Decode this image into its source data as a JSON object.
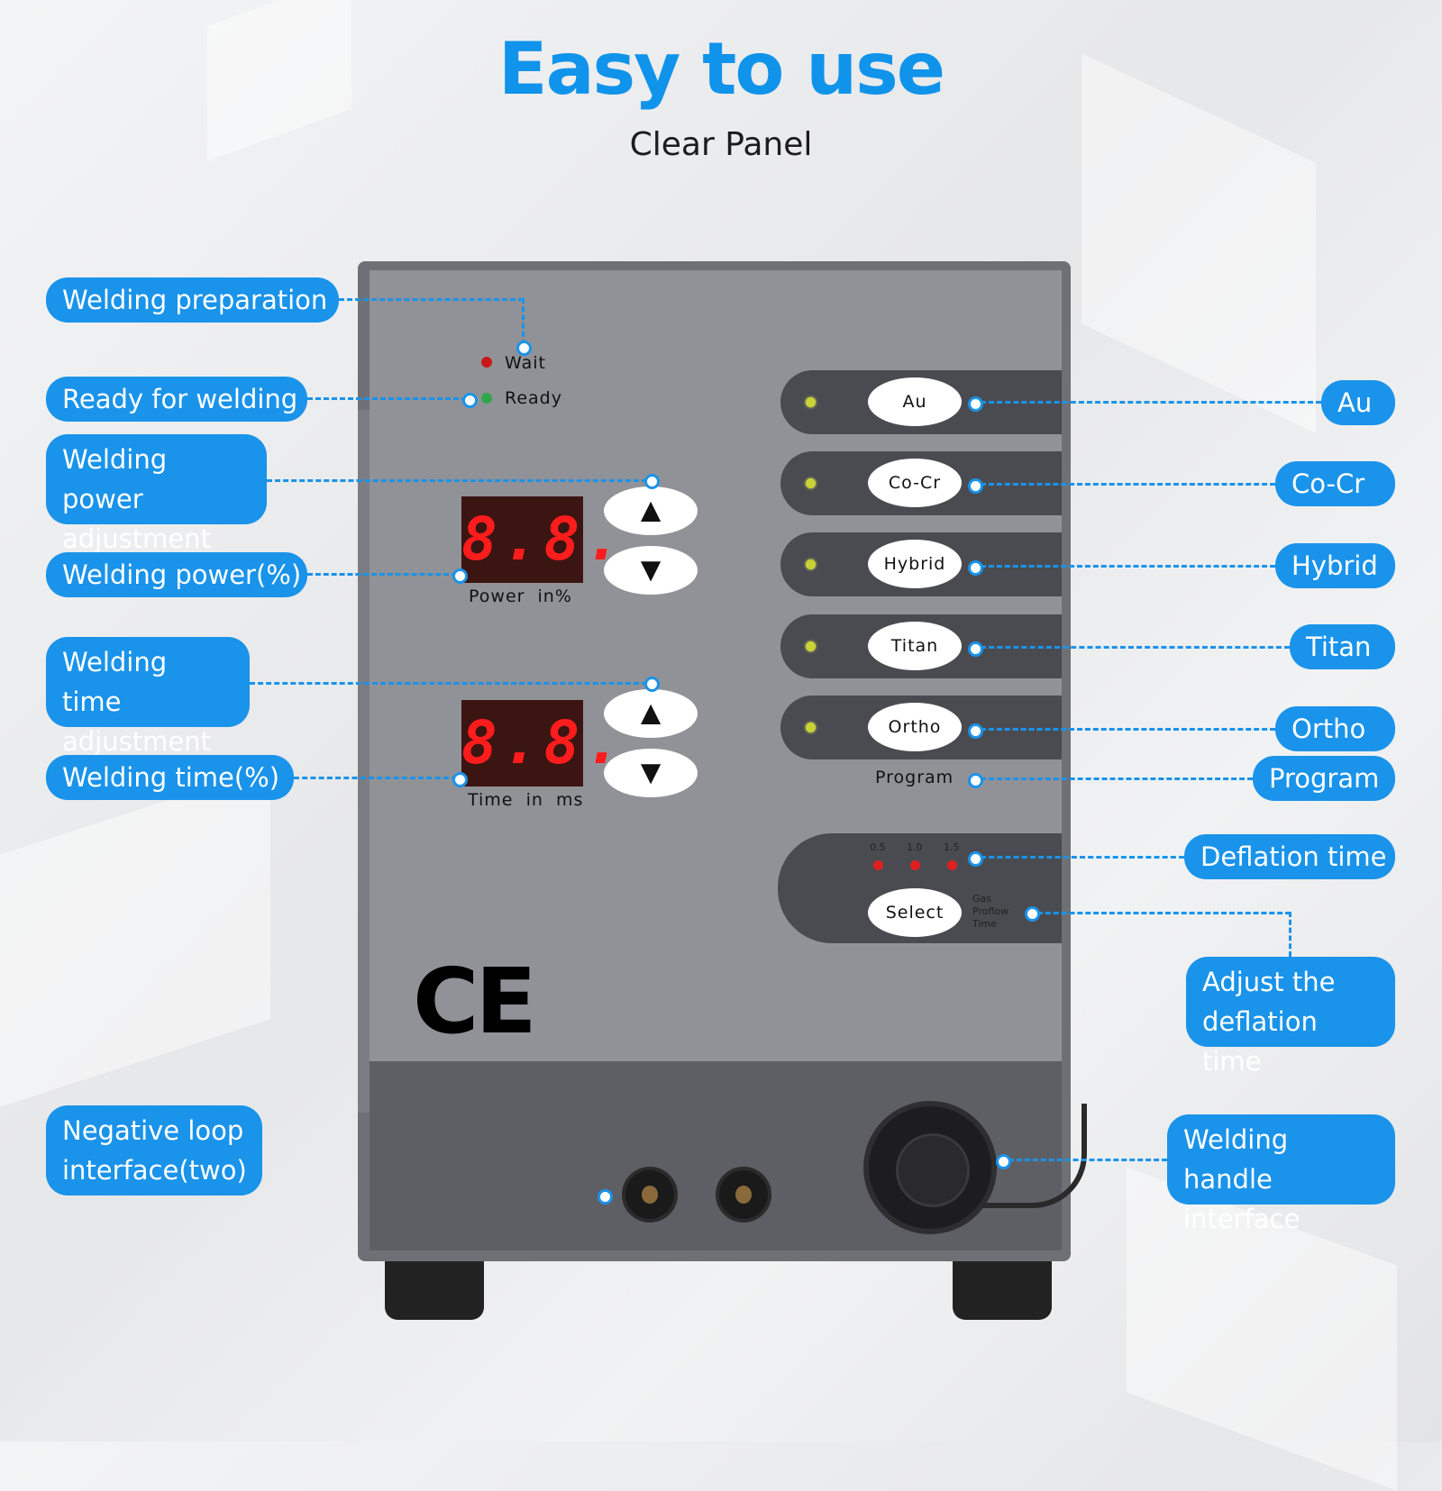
{
  "header": {
    "title": "Easy to use",
    "subtitle": "Clear Panel"
  },
  "panel": {
    "wait_label": "Wait",
    "ready_label": "Ready",
    "power_display": "8.8.",
    "power_caption": "Power  in%",
    "time_display": "8.8.",
    "time_caption": "Time  in  ms",
    "up_arrow": "▲",
    "down_arrow": "▼",
    "programs": [
      "Au",
      "Co-Cr",
      "Hybrid",
      "Titan",
      "Ortho"
    ],
    "program_caption": "Program",
    "deflation_steps": [
      "0.5",
      "1.0",
      "1.5"
    ],
    "select_label": "Select",
    "gas_caption": [
      "Gas",
      "Proflow",
      "Time"
    ],
    "ce_mark": "CE"
  },
  "callouts_left": {
    "welding_preparation": "Welding preparation",
    "ready_for_welding": "Ready for welding",
    "power_adjustment": "Welding power adjustment",
    "welding_power": "Welding power(%)",
    "time_adjustment": "Welding time adjustment",
    "welding_time": "Welding time(%)",
    "negative_loop": "Negative loop interface(two)"
  },
  "callouts_right": {
    "au": "Au",
    "co_cr": "Co-Cr",
    "hybrid": "Hybrid",
    "titan": "Titan",
    "ortho": "Ortho",
    "program": "Program",
    "deflation_time": "Deflation time",
    "adjust_deflation": "Adjust the deflation time",
    "handle_interface": "Welding handle interface"
  },
  "colors": {
    "accent": "#1a93ea",
    "headline": "#1093ea",
    "display_red": "#ff1c1c",
    "led_yellow": "#c9d337",
    "led_red": "#e02020",
    "led_green": "#2ea84a"
  }
}
